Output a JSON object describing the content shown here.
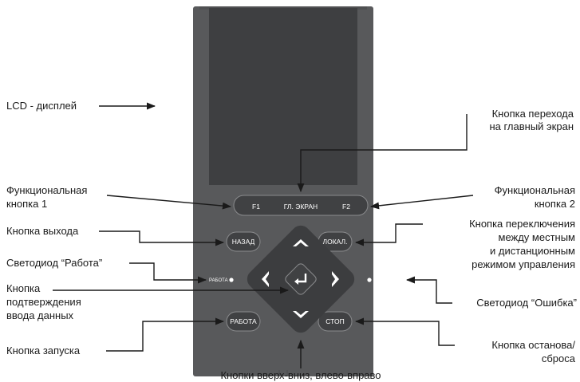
{
  "device": {
    "keys": {
      "f1": "F1",
      "home": "ГЛ. ЭКРАН",
      "f2": "F2",
      "back": "НАЗАД",
      "local": "ЛОКАЛ.",
      "run": "РАБОТА",
      "stop": "СТОП"
    },
    "leds": {
      "run": "РАБОТА",
      "error": "ОШИБКА"
    },
    "icons": {
      "up": "arrow-up-icon",
      "down": "arrow-down-icon",
      "left": "arrow-left-icon",
      "right": "arrow-right-icon",
      "enter": "enter-icon"
    }
  },
  "callouts": {
    "lcd": "LCD - дисплей",
    "home_key": [
      "Кнопка перехода",
      "на главный экран"
    ],
    "f1_key": [
      "Функциональная",
      "кнопка 1"
    ],
    "f2_key": [
      "Функциональная",
      "кнопка 2"
    ],
    "back_key": "Кнопка выхода",
    "local_key": [
      "Кнопка переключения",
      "между местным",
      "и дистанционным",
      "режимом управления"
    ],
    "run_led": "Светодиод “Работа”",
    "enter_key": [
      "Кнопка",
      "подтверждения",
      "ввода данных"
    ],
    "error_led": "Светодиод “Ошибка”",
    "run_key": "Кнопка запуска",
    "stop_key": [
      "Кнопка останова/",
      "сброса"
    ],
    "arrow_keys": "Кнопки вверх-вниз, влево-вправо"
  },
  "colors": {
    "panel": "#58595b",
    "panel_edge": "#4a4b4d",
    "lcd": "#3c3d3f",
    "button": "#3f4042",
    "key_text": "#ffffff",
    "text": "#1a1a1a"
  }
}
